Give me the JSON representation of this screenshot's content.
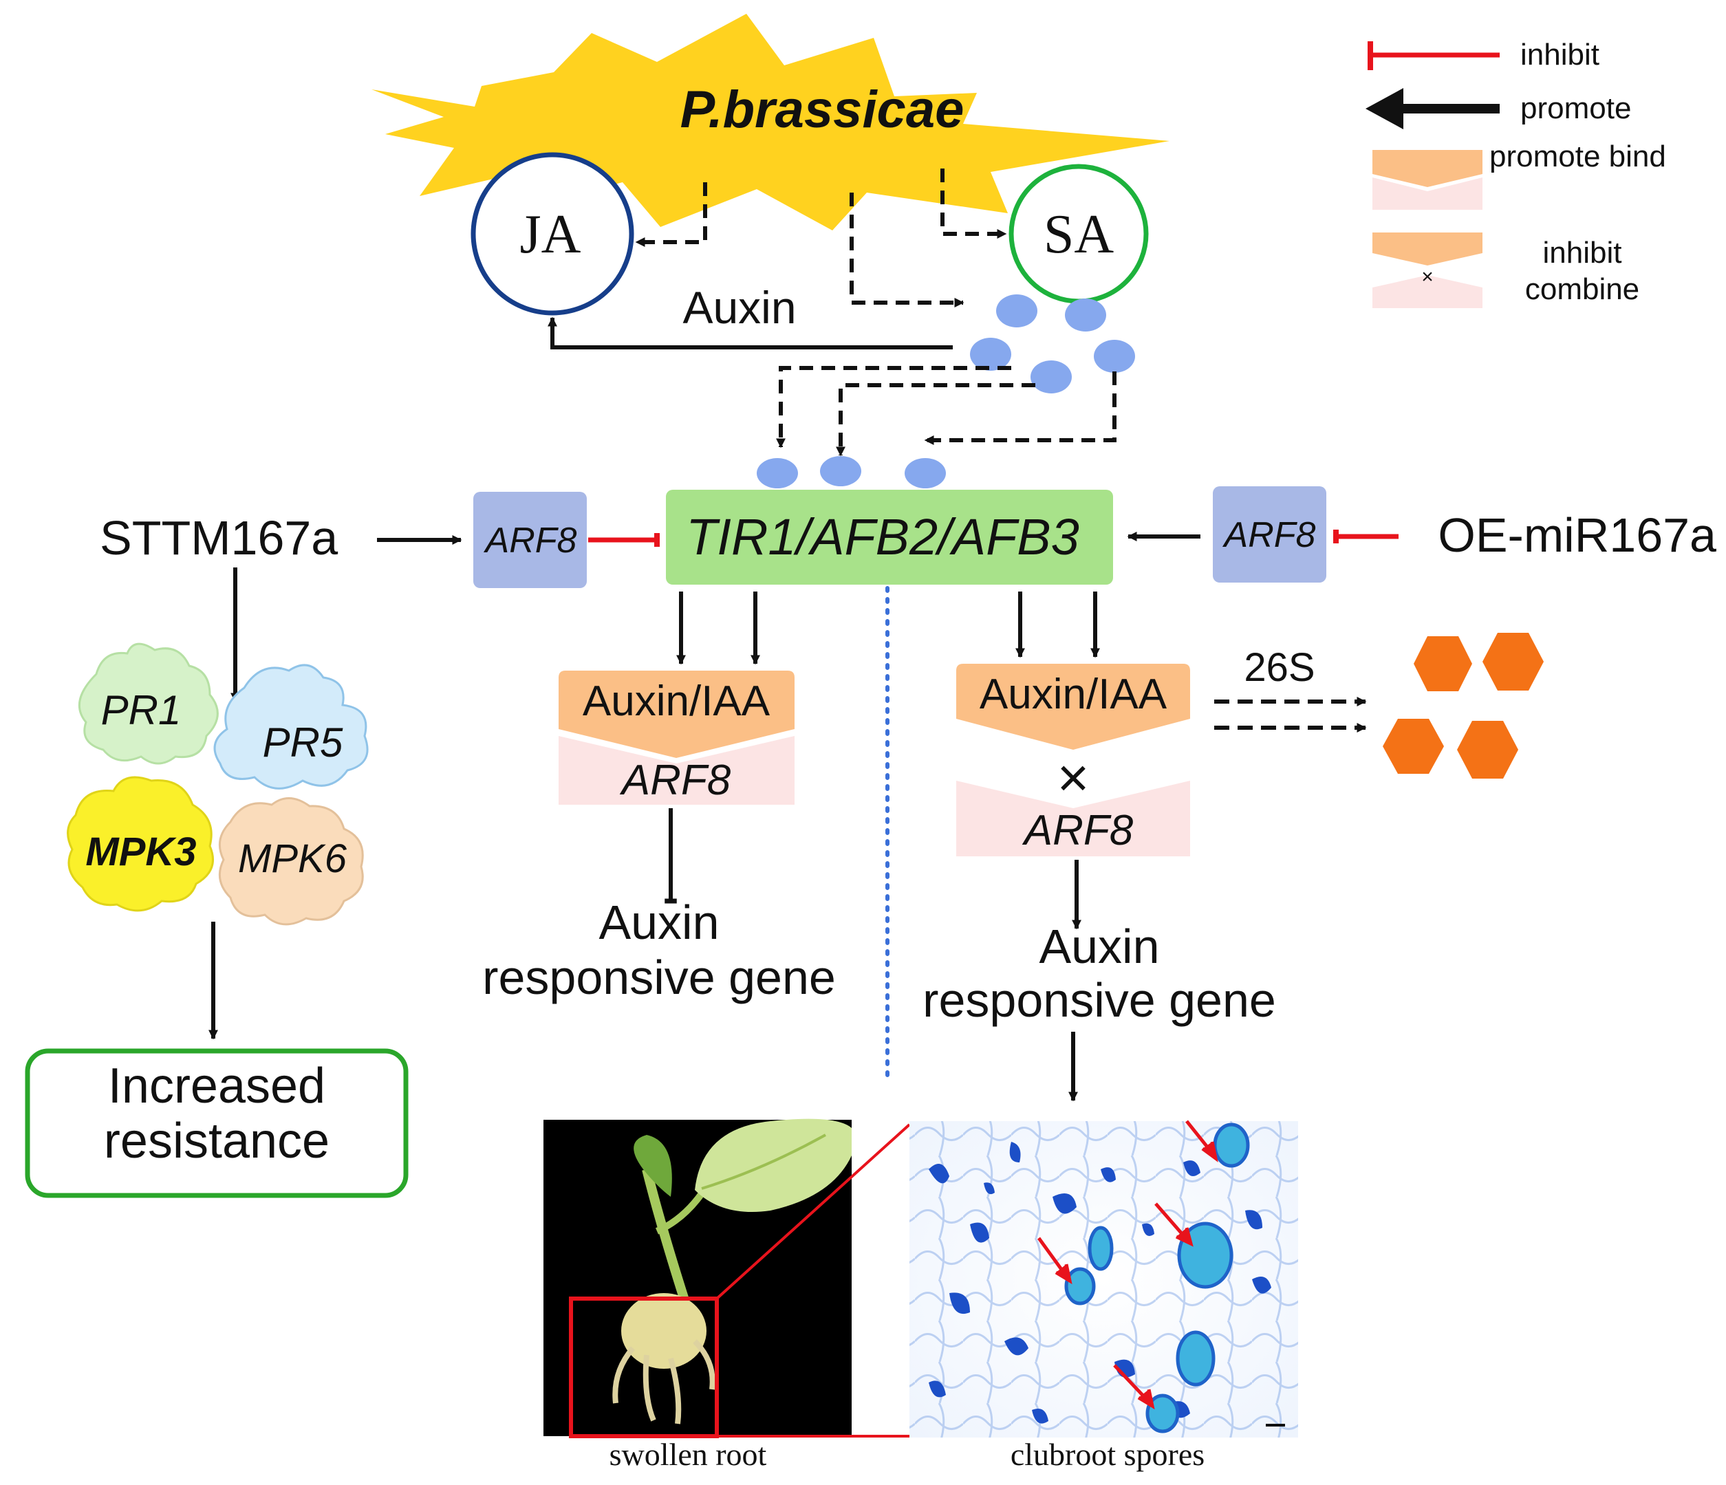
{
  "pathogen": "P.brassicae",
  "hormones": {
    "ja": "JA",
    "sa": "SA",
    "auxin": "Auxin"
  },
  "receptor": "TIR1/AFB2/AFB3",
  "arf8": "ARF8",
  "sttm": "STTM167a",
  "oe": "OE-miR167a",
  "proteins": {
    "pr1": "PR1",
    "pr5": "PR5",
    "mpk3": "MPK3",
    "mpk6": "MPK6"
  },
  "outcome": {
    "line1": "Increased",
    "line2": "resistance"
  },
  "complex": {
    "aux_iaa": "Auxin/IAA",
    "arf8": "ARF8",
    "cross": "×"
  },
  "proteasome": "26S",
  "response": {
    "line1": "Auxin",
    "line2": "responsive gene"
  },
  "photos": {
    "root": "swollen root",
    "spores": "clubroot spores"
  },
  "legend": {
    "inhibit": "inhibit",
    "promote": "promote",
    "promote_bind": "promote bind",
    "inhibit_combine_1": "inhibit",
    "inhibit_combine_2": "combine",
    "cross": "×"
  },
  "colors": {
    "burst": "#ffd21f",
    "ja_ring": "#163e8a",
    "sa_ring": "#1db23c",
    "auxin_dot": "#86a8ee",
    "receptor": "#a8e28a",
    "arf8_box": "#a8b8e6",
    "aux_iaa": "#fbbf86",
    "arf8_pink": "#fce4e4",
    "inhibit": "#e8131c",
    "hexagon": "#f47216",
    "resistance_border": "#2aa62a",
    "blue_dotted": "#3a6fd8"
  }
}
